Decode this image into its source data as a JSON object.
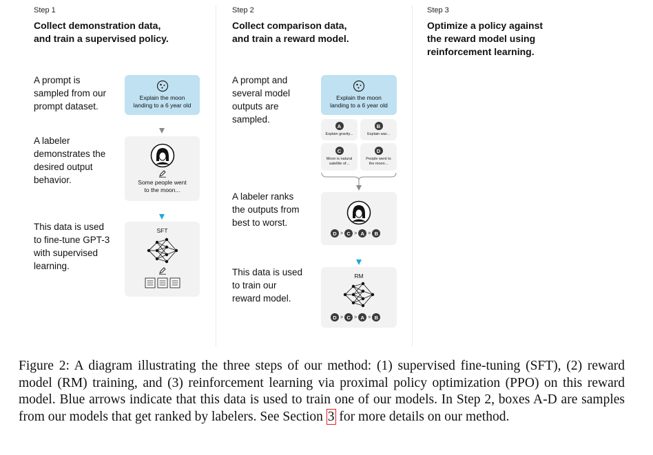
{
  "steps": [
    {
      "label": "Step 1",
      "title_line1": "Collect demonstration data,",
      "title_line2": "and train a supervised policy.",
      "descs": [
        [
          "A prompt is",
          "sampled from our",
          "prompt dataset."
        ],
        [
          "A labeler",
          "demonstrates the",
          "desired output",
          "behavior."
        ],
        [
          "This data is used",
          "to fine-tune GPT-3",
          "with supervised",
          "learning."
        ]
      ]
    },
    {
      "label": "Step 2",
      "title_line1": "Collect comparison data,",
      "title_line2": "and train a reward model.",
      "descs": [
        [
          "A prompt and",
          "several model",
          "outputs are",
          "sampled."
        ],
        [
          "A labeler ranks",
          "the outputs from",
          "best to worst."
        ],
        [
          "This data is used",
          "to train our",
          "reward model."
        ]
      ]
    },
    {
      "label": "Step 3",
      "title_line1": "Optimize a policy against",
      "title_line2": "the reward model using",
      "title_line3": "reinforcement learning."
    }
  ],
  "prompt": {
    "line1": "Explain the moon",
    "line2": "landing to a 6 year old"
  },
  "demo_output": {
    "line1": "Some people went",
    "line2": "to the moon..."
  },
  "sft_label": "SFT",
  "rm_label": "RM",
  "outputs": [
    {
      "letter": "A",
      "line1": "Explain gravity...",
      "line2": ""
    },
    {
      "letter": "B",
      "line1": "Explain war...",
      "line2": ""
    },
    {
      "letter": "C",
      "line1": "Moon is natural",
      "line2": "satellite of..."
    },
    {
      "letter": "D",
      "line1": "People went to",
      "line2": "the moon..."
    }
  ],
  "ranking": {
    "a": "D",
    "s1": ">",
    "b": "C",
    "s2": ">",
    "c": "A",
    "s3": "=",
    "d": "B"
  },
  "caption": {
    "text_before": "Figure 2: A diagram illustrating the three steps of our method: (1) supervised fine-tuning (SFT), (2) reward model (RM) training, and (3) reinforcement learning via proximal policy optimization (PPO) on this reward model. Blue arrows indicate that this data is used to train one of our models. In Step 2, boxes A-D are samples from our models that get ranked by labelers. See Section ",
    "ref": "3",
    "text_after": " for more details on our method."
  },
  "colors": {
    "prompt_box": "#bfe1f2",
    "grey_box": "#f2f2f2",
    "blue_arrow": "#1aa9e0",
    "ref_box": "#e0201f"
  }
}
